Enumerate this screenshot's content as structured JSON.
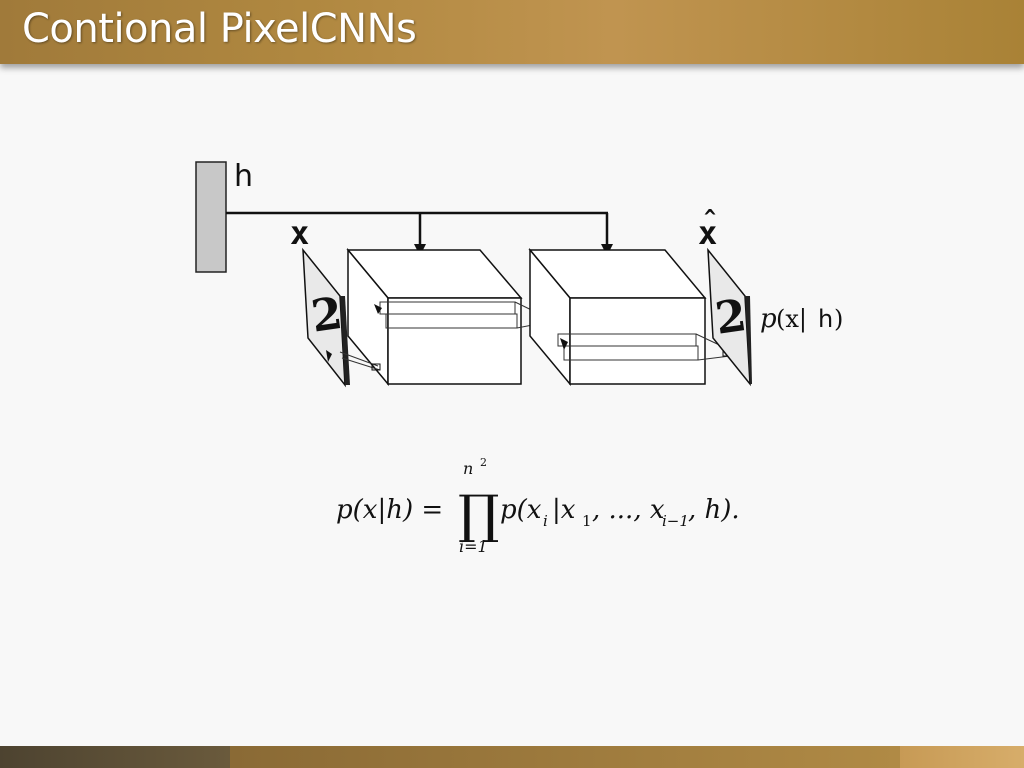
{
  "slide": {
    "title": "Contional PixelCNNs"
  },
  "diagram": {
    "h_label": "h",
    "x_label": "x",
    "x_hat_label": "x",
    "x_hat_accent": "^",
    "output_label": {
      "p": "p",
      "open": "(x|",
      "h": "h",
      "close": ")"
    },
    "digit_glyph": "2"
  },
  "equation": {
    "lhs": "p(x|h) =",
    "prod_upper": "n",
    "prod_upper_exp": "2",
    "prod_symbol": "∏",
    "prod_lower": "i=1",
    "rhs_a": "p(x",
    "rhs_sub_i": "i",
    "rhs_b": "|x",
    "rhs_sub_1": "1",
    "rhs_c": ", ..., x",
    "rhs_sub_im1": "i−1",
    "rhs_d": ", h)."
  },
  "colors": {
    "title_bar": "#b08840",
    "h_bar_fill": "#c8c8c8"
  }
}
